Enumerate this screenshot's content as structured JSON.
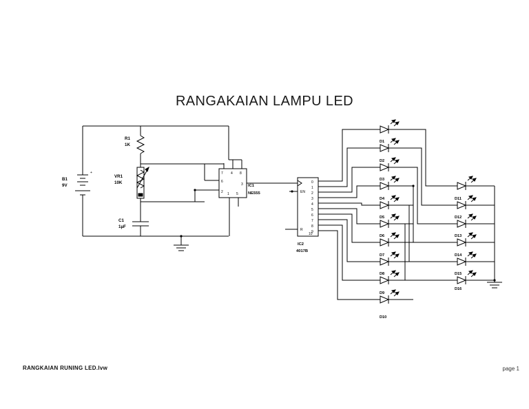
{
  "document": {
    "title": "RANGAKAIAN LAMPU LED",
    "footer_file": "RANGKAIAN RUNING LED.lvw",
    "footer_page": "page 1"
  },
  "components": {
    "battery": {
      "ref": "B1",
      "value": "9V",
      "plus": "+"
    },
    "resistor": {
      "ref": "R1",
      "value": "1K"
    },
    "variable_resistor": {
      "ref": "VR1",
      "value": "10K"
    },
    "capacitor": {
      "ref": "C1",
      "value": "1µF"
    },
    "ic1": {
      "ref": "IC1",
      "value": "NE555"
    },
    "ic2": {
      "ref": "IC2",
      "value": "4017B"
    }
  },
  "ic1_pins": {
    "top": [
      "7",
      "4",
      "8"
    ],
    "left": [
      "6",
      "2"
    ],
    "right": [
      "3"
    ],
    "bottom": [
      "1",
      "5"
    ]
  },
  "ic2_pins": {
    "enable": "EN",
    "reset": "R",
    "outputs": [
      "0",
      "1",
      "2",
      "3",
      "4",
      "5",
      "6",
      "7",
      "8",
      "9"
    ],
    "carry": "10"
  },
  "leds_left_column": [
    {
      "ref": "D1"
    },
    {
      "ref": "D2"
    },
    {
      "ref": "D3"
    },
    {
      "ref": "D4"
    },
    {
      "ref": "D5"
    },
    {
      "ref": "D6"
    },
    {
      "ref": "D7"
    },
    {
      "ref": "D8"
    },
    {
      "ref": "D9"
    },
    {
      "ref": "D10"
    }
  ],
  "leds_right_column": [
    {
      "ref": "D11"
    },
    {
      "ref": "D12"
    },
    {
      "ref": "D13"
    },
    {
      "ref": "D14"
    },
    {
      "ref": "D15"
    },
    {
      "ref": "D16"
    }
  ],
  "colors": {
    "ink": "#000000",
    "paper": "#ffffff",
    "title_ink": "#1a1a1a"
  }
}
